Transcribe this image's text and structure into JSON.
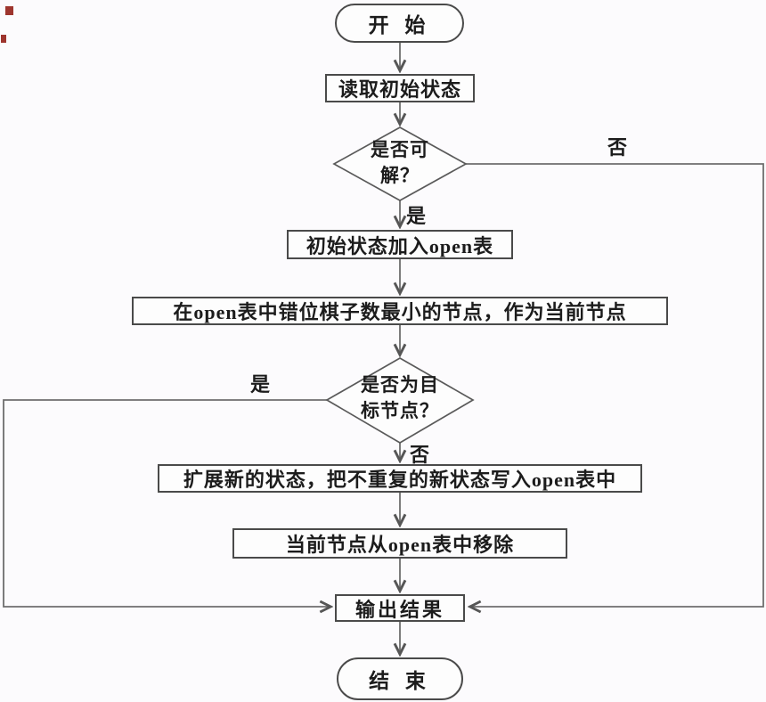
{
  "colors": {
    "connector_line": "#6e6e6e",
    "shape_border": "#4a4a4a",
    "text": "#1c1c1c",
    "artifact_red": "#9e352e",
    "background": "#fcfbfd"
  },
  "flowchart": {
    "start": "开 始",
    "read_initial": "读取初始状态",
    "decision_solvable": {
      "line1": "是否可",
      "line2": "解？"
    },
    "label_no_solvable": "否",
    "label_yes_solvable": "是",
    "add_to_open": "初始状态加入open表",
    "select_min_node": "在open表中错位棋子数最小的节点，作为当前节点",
    "decision_target": {
      "line1": "是否为目",
      "line2": "标节点？"
    },
    "label_yes_target": "是",
    "label_no_target": "否",
    "expand_states": "扩展新的状态，把不重复的新状态写入open表中",
    "remove_current": "当前节点从open表中移除",
    "output_result": "输出结果",
    "end": "结 束"
  }
}
